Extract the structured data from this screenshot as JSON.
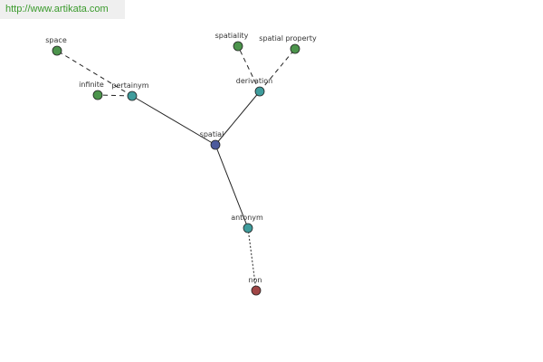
{
  "watermark": "http://www.artikata.com",
  "colors": {
    "center": "#4c5a9c",
    "relation": "#3f9c9c",
    "word": "#4c944c",
    "antonym_word": "#a04646",
    "edge": "#222222"
  },
  "nodes": {
    "spatial": {
      "label": "spatial",
      "kind": "center"
    },
    "pertainym": {
      "label": "pertainym",
      "kind": "relation"
    },
    "derivation": {
      "label": "derivation",
      "kind": "relation"
    },
    "antonym": {
      "label": "antonym",
      "kind": "relation"
    },
    "space": {
      "label": "space",
      "kind": "word"
    },
    "infinite": {
      "label": "infinite",
      "kind": "word"
    },
    "spatiality": {
      "label": "spatiality",
      "kind": "word"
    },
    "spatial_property": {
      "label": "spatial property",
      "kind": "word"
    },
    "non": {
      "label": "non",
      "kind": "antonym_word"
    }
  },
  "edges": [
    {
      "from": "spatial",
      "to": "pertainym",
      "style": "solid"
    },
    {
      "from": "spatial",
      "to": "derivation",
      "style": "solid"
    },
    {
      "from": "spatial",
      "to": "antonym",
      "style": "solid"
    },
    {
      "from": "pertainym",
      "to": "space",
      "style": "dashed"
    },
    {
      "from": "pertainym",
      "to": "infinite",
      "style": "dashed"
    },
    {
      "from": "derivation",
      "to": "spatiality",
      "style": "dashed"
    },
    {
      "from": "derivation",
      "to": "spatial_property",
      "style": "dashed"
    },
    {
      "from": "antonym",
      "to": "non",
      "style": "dotted"
    }
  ]
}
